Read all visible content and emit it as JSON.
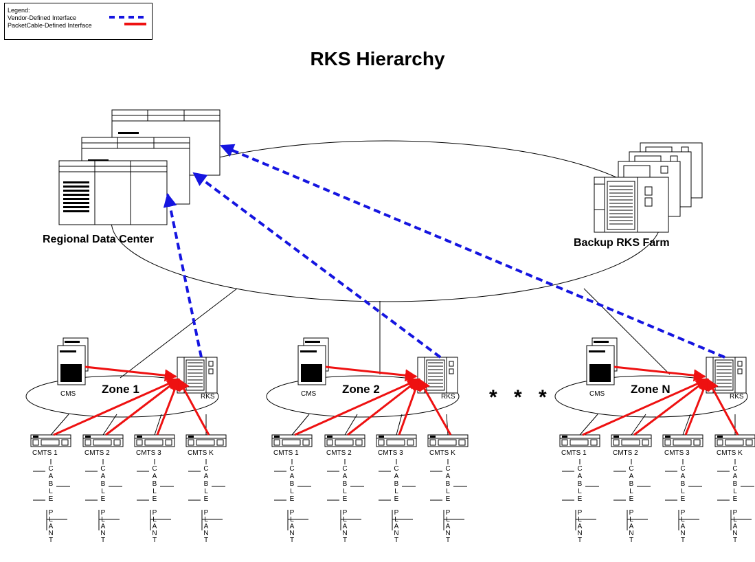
{
  "legend": {
    "title": "Legend:",
    "vendor": "Vendor-Defined Interface",
    "packetcable": "PacketCable-Defined Interface"
  },
  "title": "RKS Hierarchy",
  "regional_label": "Regional Data Center",
  "backup_label": "Backup RKS Farm",
  "ellipsis": "* * *",
  "colors": {
    "vendor": "#1515e0",
    "packetcable": "#ee1111"
  },
  "zones": [
    {
      "name": "Zone 1",
      "cms": "CMS",
      "rks": "RKS",
      "cmts": [
        "CMTS 1",
        "CMTS 2",
        "CMTS 3",
        "CMTS K"
      ]
    },
    {
      "name": "Zone 2",
      "cms": "CMS",
      "rks": "RKS",
      "cmts": [
        "CMTS 1",
        "CMTS 2",
        "CMTS 3",
        "CMTS K"
      ]
    },
    {
      "name": "Zone N",
      "cms": "CMS",
      "rks": "RKS",
      "cmts": [
        "CMTS 1",
        "CMTS 2",
        "CMTS 3",
        "CMTS K"
      ]
    }
  ],
  "cable_text": "CABLE",
  "plant_text": "PLANT"
}
